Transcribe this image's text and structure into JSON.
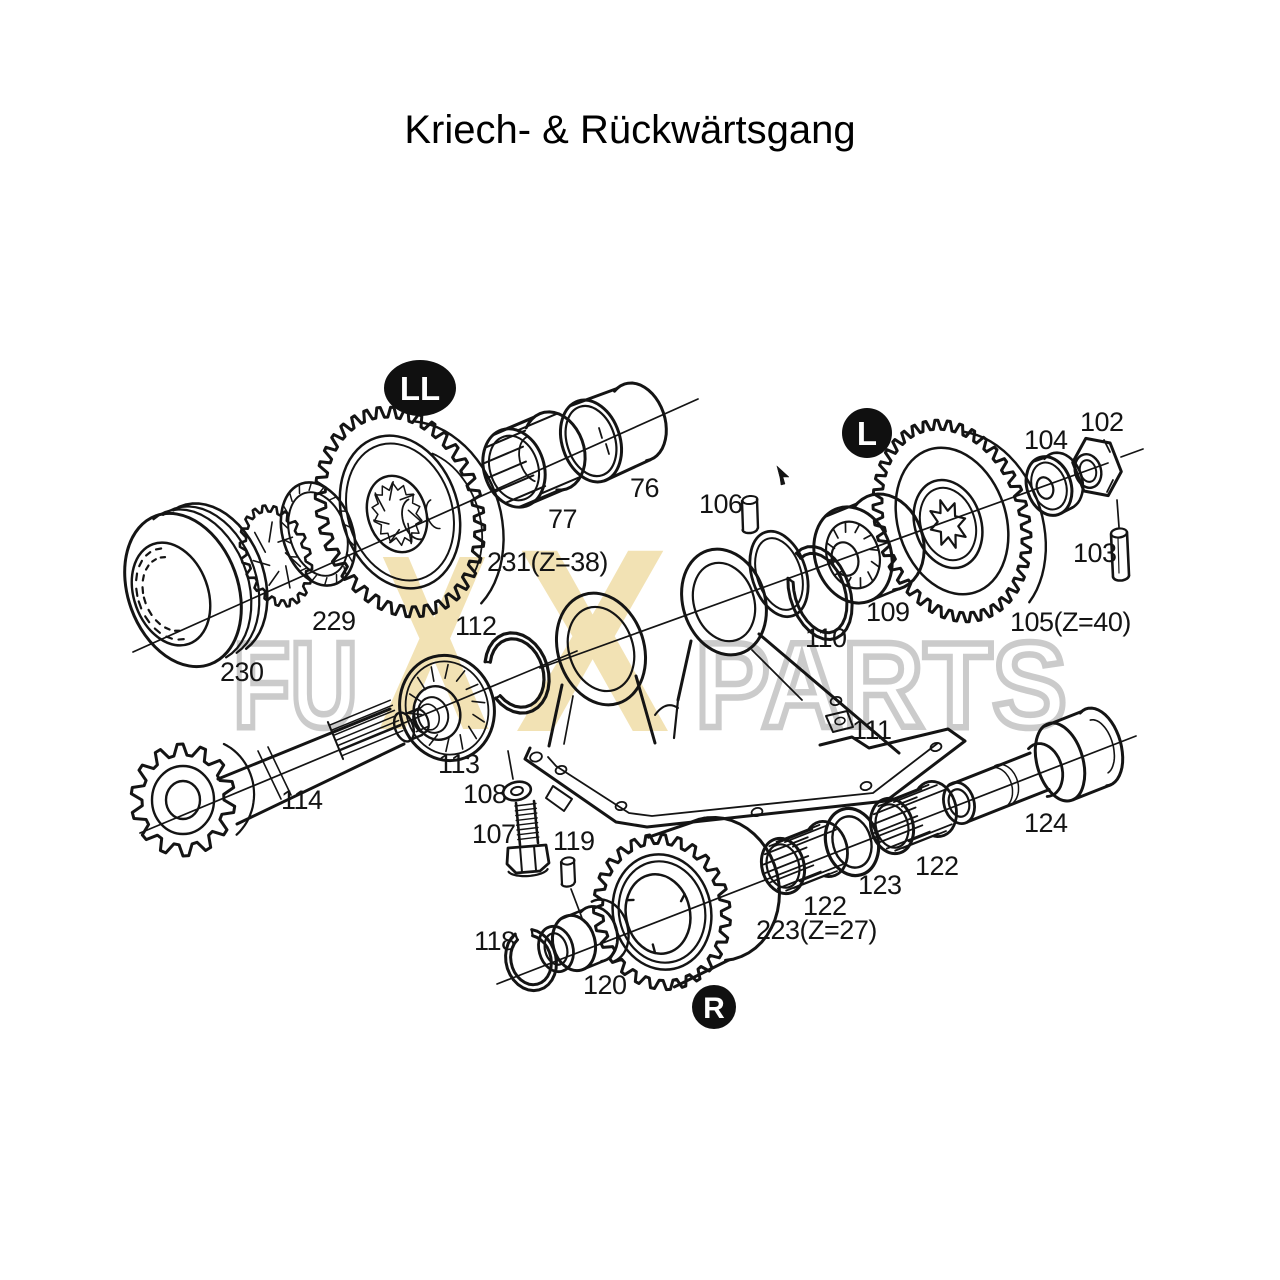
{
  "title": "Kriech- & Rückwärtsgang",
  "watermark": {
    "prefix": "FU",
    "x1": "X",
    "x2": "X",
    "suffix": "PARTS"
  },
  "colors": {
    "line": "#141414",
    "watermark_fill": "#f2e2b4",
    "watermark_outline": "#cbcbcb",
    "badge_bg": "#101010",
    "badge_fg": "#ffffff",
    "background": "#ffffff"
  },
  "badges": {
    "ll": "LL",
    "l": "L",
    "r": "R"
  },
  "labels": {
    "p230": "230",
    "p229": "229",
    "p231": "231(Z=38)",
    "p77": "77",
    "p76": "76",
    "p112": "112",
    "p113": "113",
    "p114": "114",
    "p106": "106",
    "p110": "110",
    "p109": "109",
    "p105": "105(Z=40)",
    "p104": "104",
    "p102": "102",
    "p103": "103",
    "p111": "111",
    "p108": "108",
    "p107": "107",
    "p118": "118",
    "p119": "119",
    "p120": "120",
    "p223": "223(Z=27)",
    "p122a": "122",
    "p123": "123",
    "p122b": "122",
    "p124": "124"
  }
}
